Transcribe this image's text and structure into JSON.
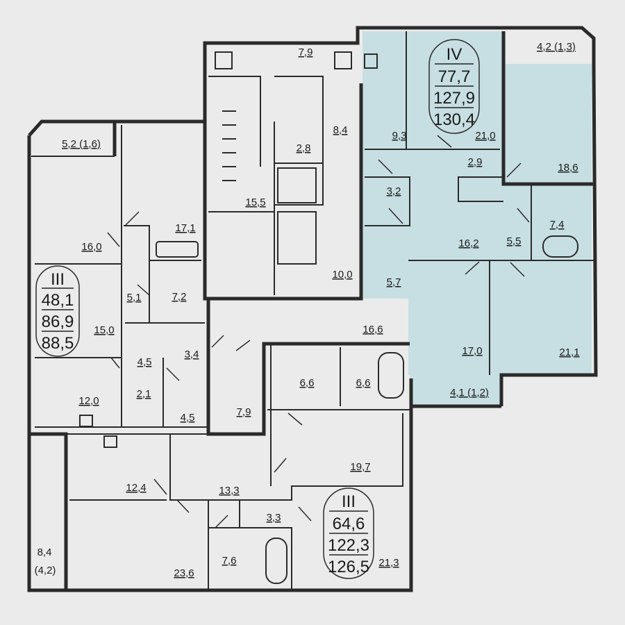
{
  "colors": {
    "background": "#ebebeb",
    "highlight_apartment": "#c7dfe2",
    "walls": "#2a2a2a"
  },
  "apartments": [
    {
      "rooms_label": "III",
      "living_area": "48,1",
      "total_area": "86,9",
      "total_with_balcony": "88,5"
    },
    {
      "rooms_label": "IV",
      "living_area": "77,7",
      "total_area": "127,9",
      "total_with_balcony": "130,4"
    },
    {
      "rooms_label": "III",
      "living_area": "64,6",
      "total_area": "122,3",
      "total_with_balcony": "126,5"
    }
  ],
  "rooms": {
    "r1": "5,2 (1,6)",
    "r2": "16,0",
    "r3": "17,1",
    "r4": "5,1",
    "r5": "7,2",
    "r6": "15,0",
    "r7": "4,5",
    "r8": "3,4",
    "r9": "2,1",
    "r10": "12,0",
    "r11": "4,5",
    "r12": "7,9",
    "r13": "8,4",
    "r14": "2,8",
    "r15": "15,5",
    "r16": "10,0",
    "r17": "16,6",
    "r18": "9,3",
    "r19": "21,0",
    "r20": "2,9",
    "r21": "4,2 (1,3)",
    "r22": "18,6",
    "r23": "3,2",
    "r24": "7,4",
    "r25": "16,2",
    "r26": "5,5",
    "r27": "5,7",
    "r28": "17,0",
    "r29": "21,1",
    "r30": "4,1 (1,2)",
    "r31": "6,6",
    "r32": "6,6",
    "r33": "7,9",
    "r34": "19,7",
    "r35": "12,4",
    "r36": "13,3",
    "r37": "3,3",
    "r38": "8,4",
    "r38b": "(4,2)",
    "r39": "23,6",
    "r40": "7,6",
    "r41": "21,3"
  }
}
